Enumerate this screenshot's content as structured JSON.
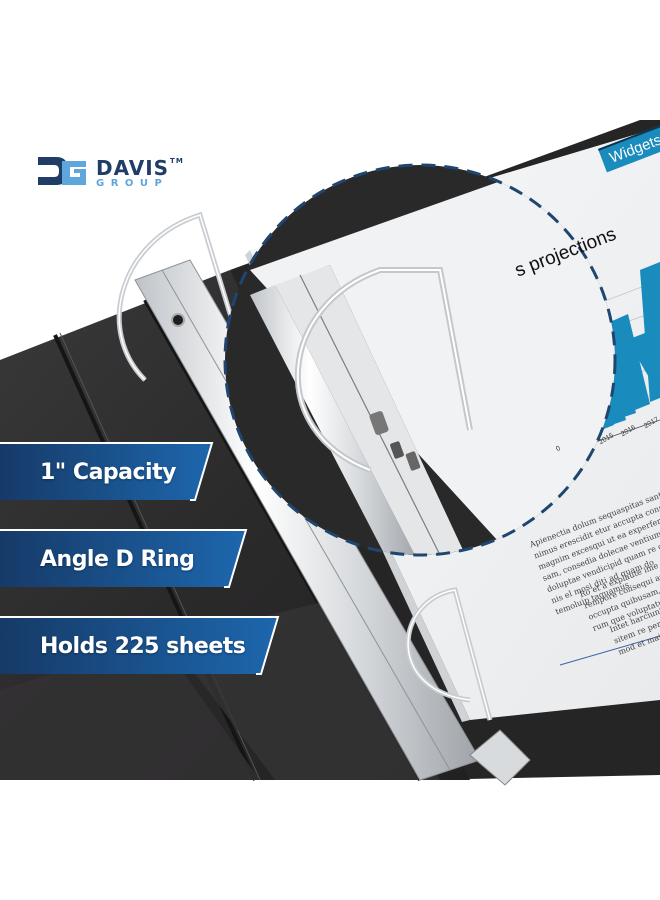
{
  "brand": {
    "name": "DAVIS",
    "trademark": "TM",
    "subtitle": "GROUP",
    "colors": {
      "dark_blue": "#1f3d66",
      "light_blue": "#5fa6dc"
    }
  },
  "feature_badges": [
    {
      "label": "1\" Capacity"
    },
    {
      "label": "Angle D Ring"
    },
    {
      "label": "Holds 225 sheets"
    }
  ],
  "badge_colors": {
    "start": "#163a68",
    "end": "#1d67ad",
    "border": "#ffffff"
  },
  "document_in_binder": {
    "header_tab": "Widgets",
    "chart_title": "s projections",
    "axis_zero": "0",
    "years": [
      "2015",
      "2016",
      "2017"
    ],
    "paragraphs": [
      [
        "Apienectia dolum sequaspitas sant lis e",
        "nimus erescidit etur accupta consed",
        "magnim excesqui ut ea experferchi",
        "sam, consedia dolecae ventium s",
        "doluptae vendicipid quam re c",
        "nis el mosi diti ad quam do",
        "temoluip taquamus."
      ],
      [
        "Ro et a explaute ime si a",
        "rempore consequi aspe",
        "occupta quibusam, c",
        "rum que voluptatu"
      ],
      [
        "Intet harciuntu",
        "sitem re peru",
        "mod et mai"
      ]
    ]
  },
  "colors": {
    "binder": "#2b2a2b",
    "binder_dark": "#1d1c1d",
    "chart_bar": "#1a8bbd",
    "callout_circle": "#1e4670",
    "paper": "#f3f4f6",
    "background": "#ffffff"
  }
}
